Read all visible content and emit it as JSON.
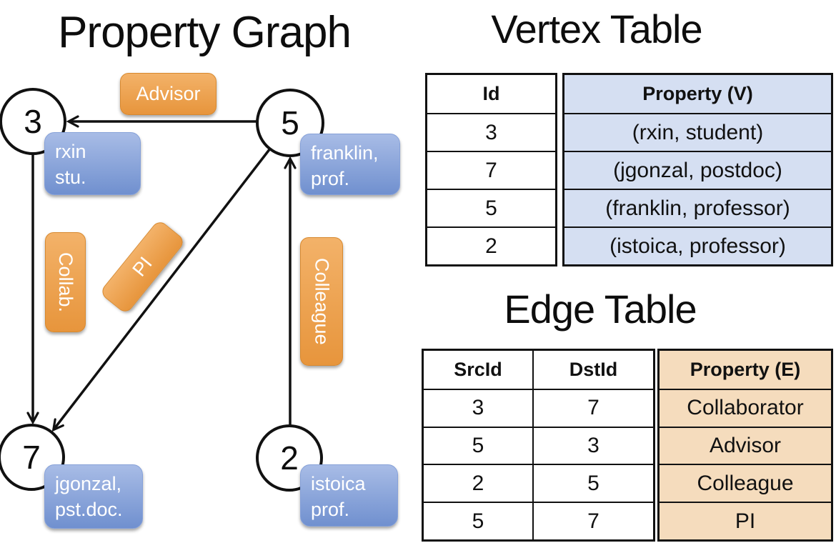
{
  "graph": {
    "title": "Property Graph",
    "nodes": [
      {
        "id": "3",
        "label_lines": [
          "rxin",
          "stu."
        ]
      },
      {
        "id": "5",
        "label_lines": [
          "franklin,",
          "prof."
        ]
      },
      {
        "id": "7",
        "label_lines": [
          "jgonzal,",
          "pst.doc."
        ]
      },
      {
        "id": "2",
        "label_lines": [
          "istoica",
          "prof."
        ]
      }
    ],
    "edges": [
      {
        "label": "Advisor",
        "from": "5",
        "to": "3"
      },
      {
        "label": "Collab.",
        "from": "3",
        "to": "7"
      },
      {
        "label": "PI",
        "from": "5",
        "to": "7"
      },
      {
        "label": "Colleague",
        "from": "2",
        "to": "5"
      }
    ]
  },
  "vertex_table": {
    "title": "Vertex Table",
    "headers": {
      "id": "Id",
      "property": "Property (V)"
    },
    "rows": [
      {
        "id": "3",
        "property": "(rxin, student)"
      },
      {
        "id": "7",
        "property": "(jgonzal, postdoc)"
      },
      {
        "id": "5",
        "property": "(franklin, professor)"
      },
      {
        "id": "2",
        "property": "(istoica, professor)"
      }
    ]
  },
  "edge_table": {
    "title": "Edge Table",
    "headers": {
      "src": "SrcId",
      "dst": "DstId",
      "property": "Property (E)"
    },
    "rows": [
      {
        "src": "3",
        "dst": "7",
        "property": "Collaborator"
      },
      {
        "src": "5",
        "dst": "3",
        "property": "Advisor"
      },
      {
        "src": "2",
        "dst": "5",
        "property": "Colleague"
      },
      {
        "src": "5",
        "dst": "7",
        "property": "PI"
      }
    ]
  },
  "colors": {
    "label_orange_top": "#f3b269",
    "label_orange_bottom": "#e7953c",
    "label_orange_border": "#d8892f",
    "node_blue_top": "#a8bce6",
    "node_blue_bottom": "#7090cf",
    "node_blue_border": "#86a1d9",
    "vertex_property_bg": "#d5dff2",
    "edge_property_bg": "#f5dcbd",
    "ink": "#111111"
  }
}
